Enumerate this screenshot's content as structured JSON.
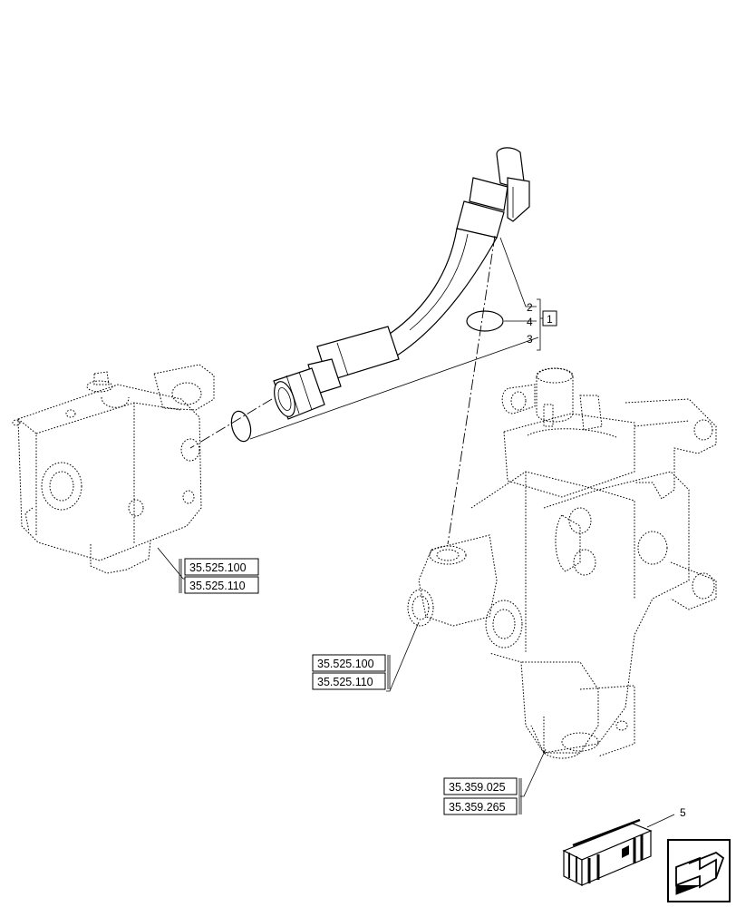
{
  "callouts": {
    "item_2": "2",
    "item_4": "4",
    "item_3": "3",
    "item_5": "5",
    "group_1": "1"
  },
  "references": {
    "left_valve_a": "35.525.100",
    "left_valve_b": "35.525.110",
    "main_valve_a": "35.525.100",
    "main_valve_b": "35.525.110",
    "control_valve_a": "35.359.025",
    "control_valve_b": "35.359.265"
  },
  "icons": {
    "kit": "kit-box-icon",
    "navigation": "next-page-arrow-icon"
  }
}
